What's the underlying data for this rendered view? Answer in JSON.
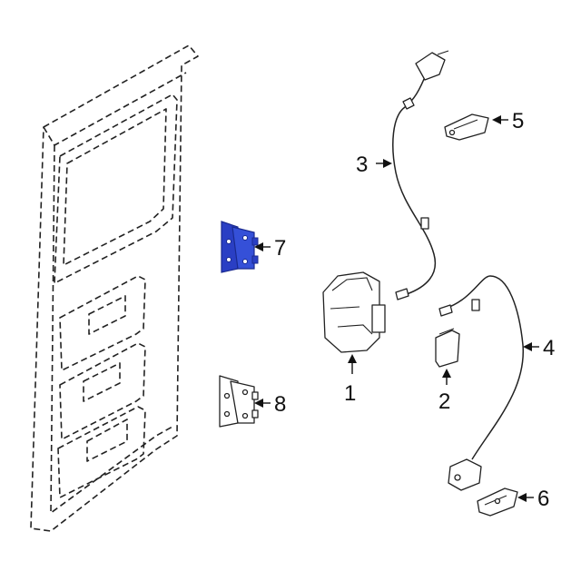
{
  "colors": {
    "highlight": "#2a3fc4",
    "highlight_dark": "#1a2a8f",
    "line": "#222222",
    "background": "#ffffff"
  },
  "callouts": [
    {
      "id": "1",
      "label": "1",
      "part": "door-latch-assembly"
    },
    {
      "id": "2",
      "label": "2",
      "part": "latch-cover"
    },
    {
      "id": "3",
      "label": "3",
      "part": "upper-latch-cable"
    },
    {
      "id": "4",
      "label": "4",
      "part": "lower-latch-cable"
    },
    {
      "id": "5",
      "label": "5",
      "part": "upper-striker"
    },
    {
      "id": "6",
      "label": "6",
      "part": "lower-striker"
    },
    {
      "id": "7",
      "label": "7",
      "part": "upper-hinge",
      "highlighted": true
    },
    {
      "id": "8",
      "label": "8",
      "part": "lower-hinge"
    }
  ]
}
